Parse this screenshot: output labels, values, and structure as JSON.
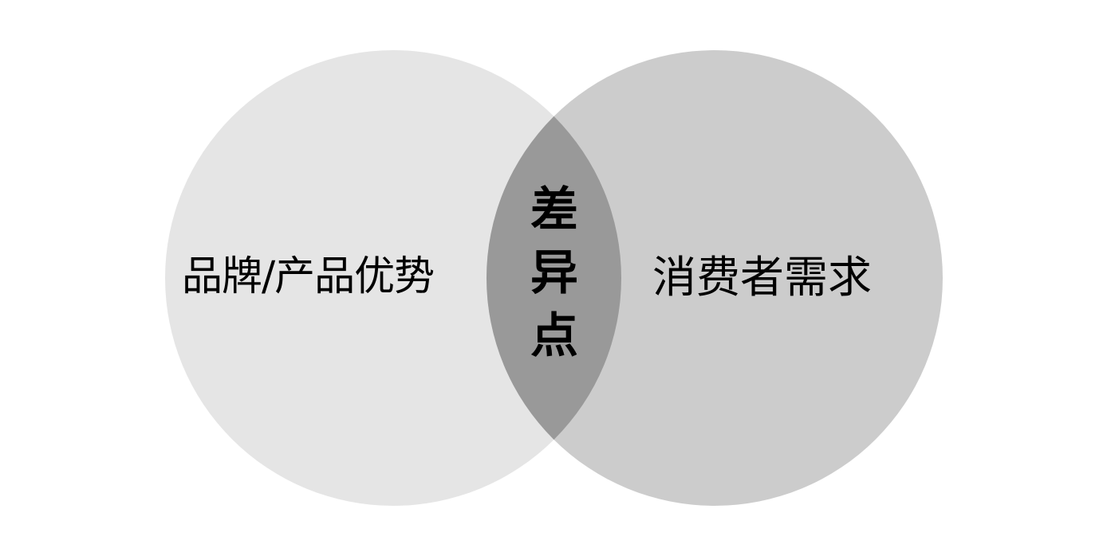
{
  "diagram": {
    "type": "venn",
    "left_set": {
      "label": "品牌/产品优势",
      "color": "#e5e5e5"
    },
    "right_set": {
      "label": "消费者需求",
      "color": "#cccccc"
    },
    "intersection": {
      "label": "差异点",
      "chars": [
        "差",
        "异",
        "点"
      ],
      "color": "#999999"
    },
    "background": "#ffffff"
  }
}
